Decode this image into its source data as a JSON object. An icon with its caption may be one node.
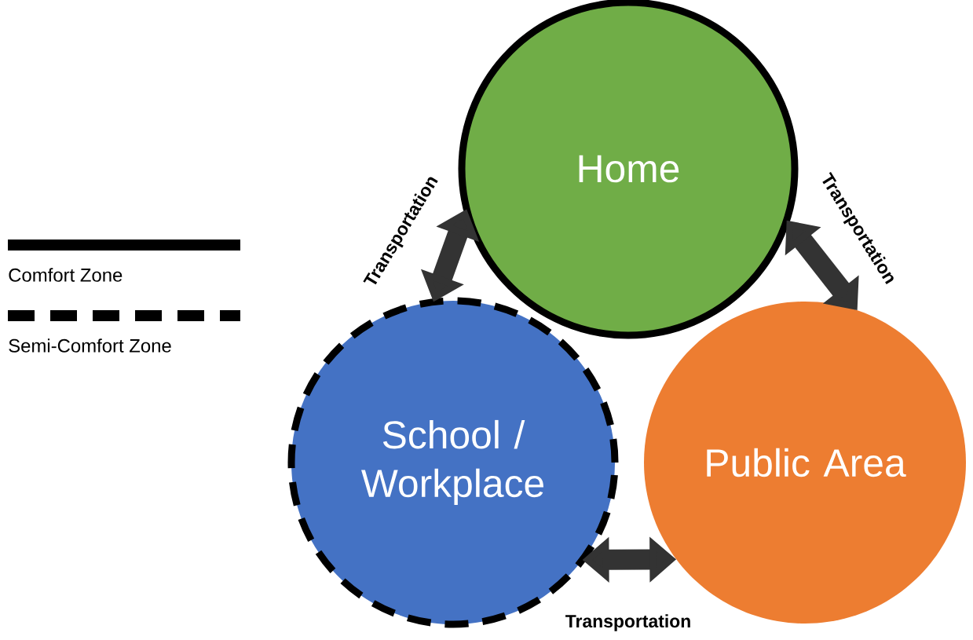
{
  "diagram": {
    "nodes": [
      {
        "text": [
          "Home"
        ]
      },
      {
        "text": [
          "School / Workplace"
        ]
      },
      {
        "text": [
          "Public Area"
        ]
      }
    ],
    "edges": [
      {
        "from": 0,
        "to": 1,
        "arrow": "both",
        "label": "Transportation"
      },
      {
        "from": 0,
        "to": 2,
        "arrow": "both",
        "label": "Transportation"
      },
      {
        "from": 1,
        "to": 2,
        "arrow": "both",
        "label": "Transportation"
      }
    ],
    "legend": [
      {
        "text": "Comfort Zone"
      },
      {
        "text": "Semi-Comfort Zone"
      }
    ]
  }
}
